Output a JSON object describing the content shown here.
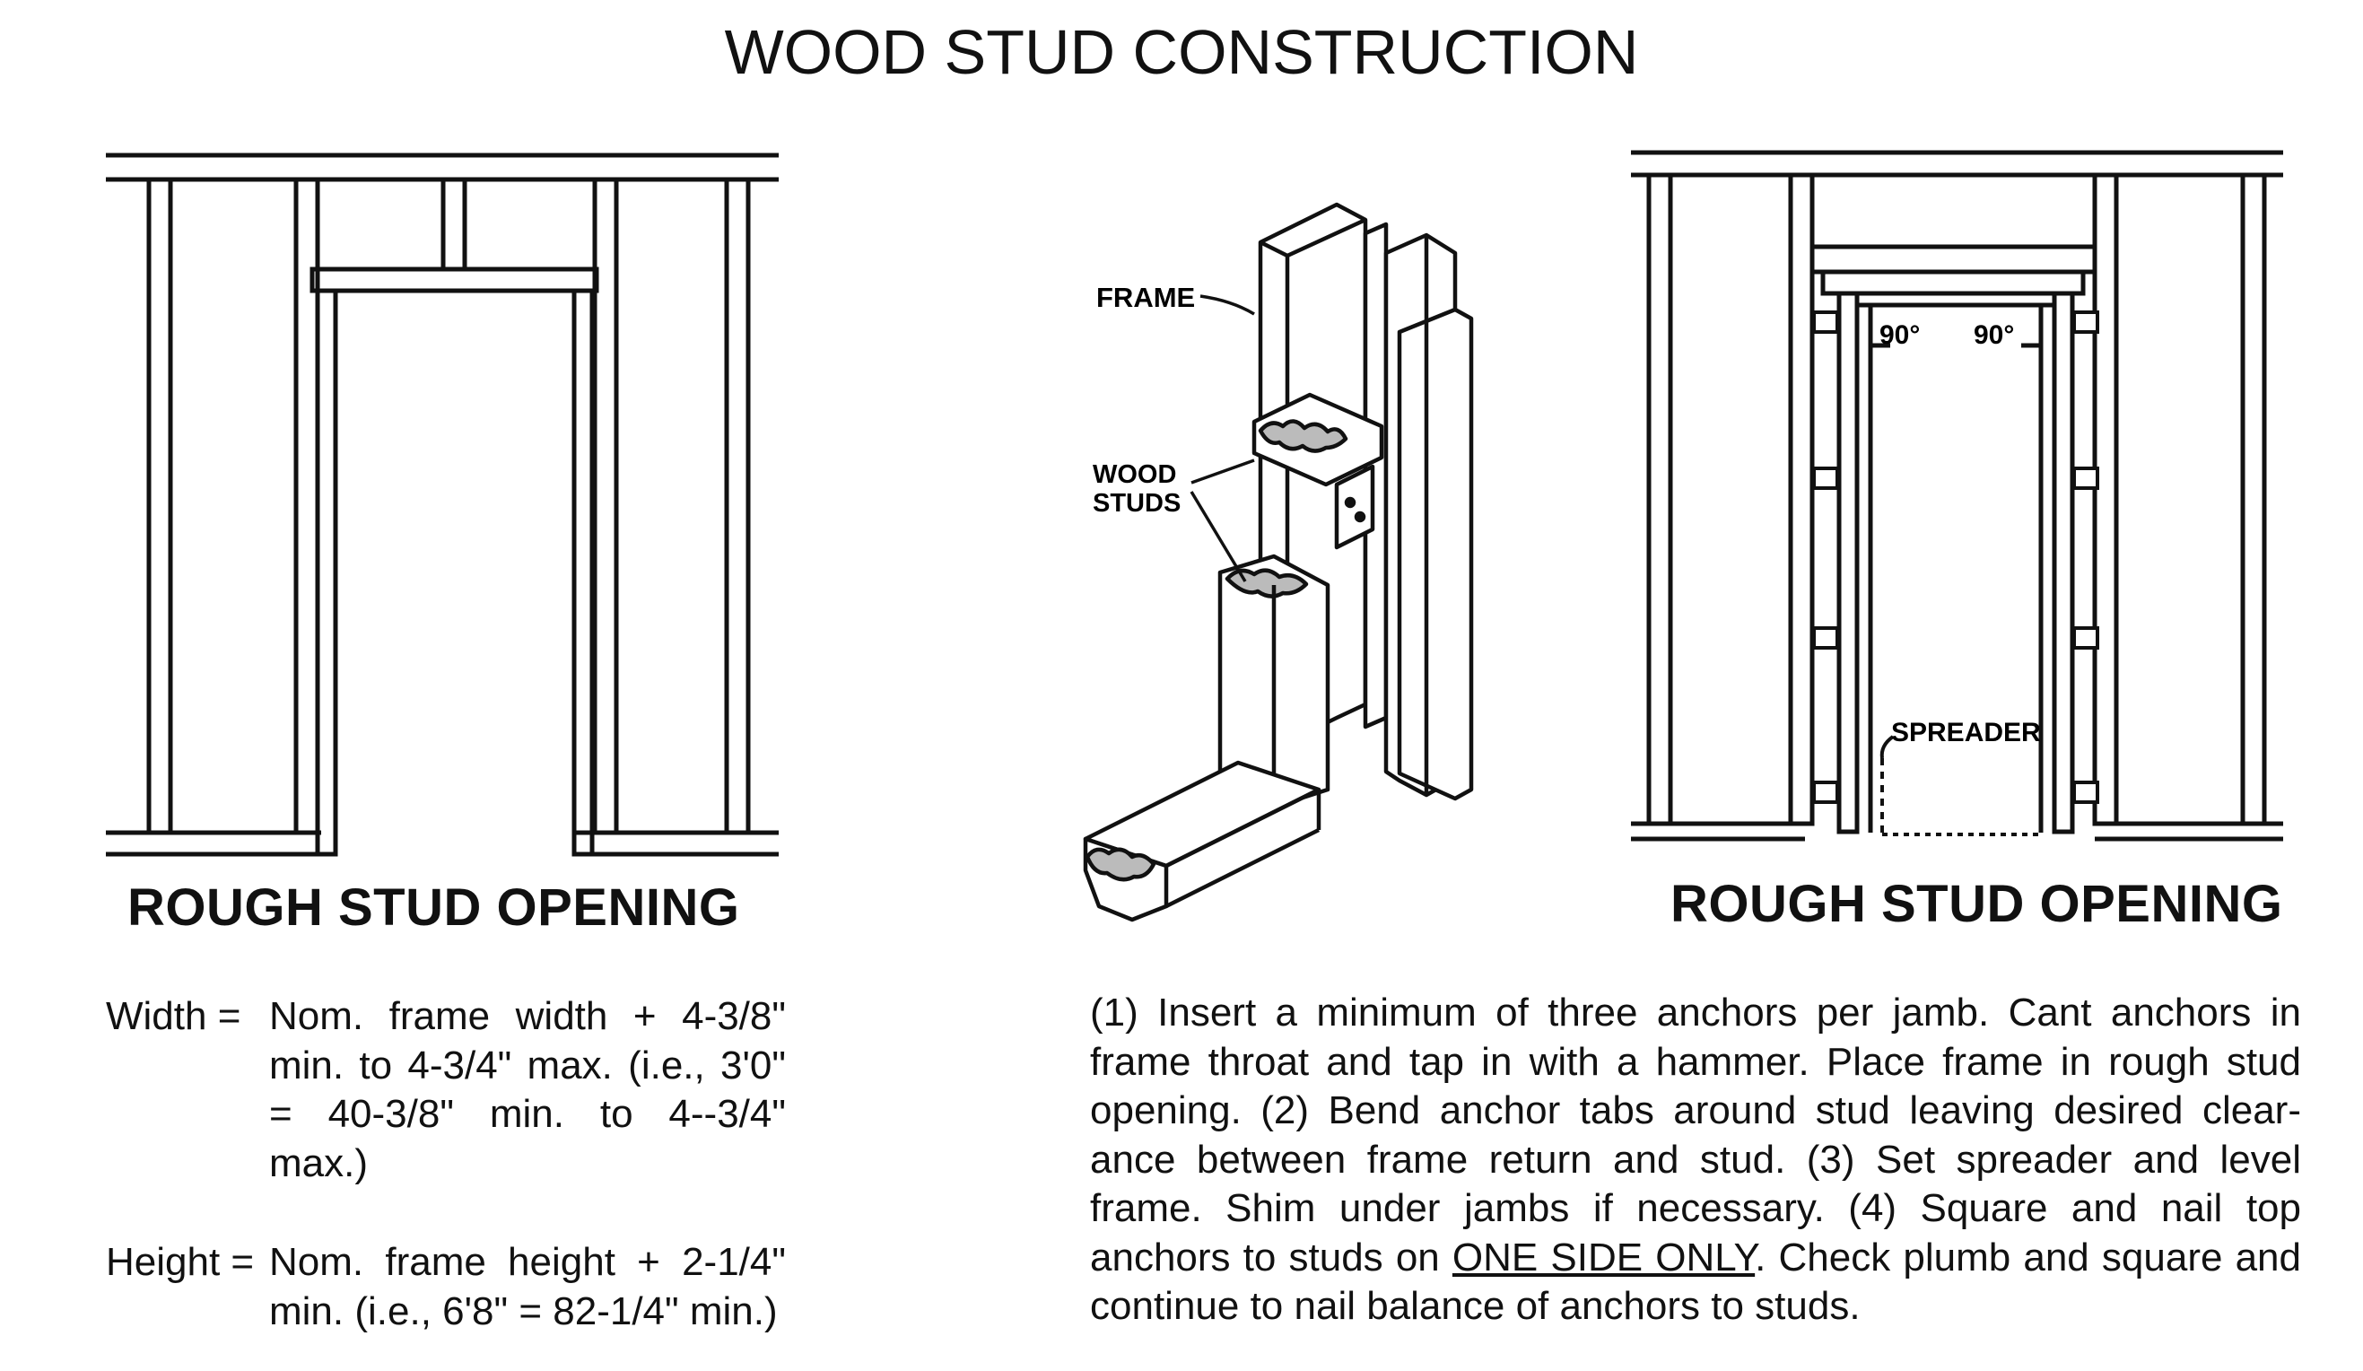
{
  "title": "WOOD STUD CONSTRUCTION",
  "left_figure": {
    "caption": "ROUGH STUD OPENING"
  },
  "center_figure": {
    "label_frame": "FRAME",
    "label_wood": "WOOD",
    "label_studs": "STUDS"
  },
  "right_figure": {
    "caption": "ROUGH STUD OPENING",
    "angle_left": "90°",
    "angle_right": "90°",
    "label_spreader": "SPREADER"
  },
  "width_spec": {
    "label": "Width =",
    "text": "Nom. frame width + 4-3/8\" min. to 4-3/4\" max. (i.e., 3'0\" = 40-3/8\" min. to 4--3/4\" max.)"
  },
  "height_spec": {
    "label": "Height =",
    "text": "Nom. frame height + 2-1/4\" min. (i.e., 6'8\" = 82-1/4\" min.)"
  },
  "instructions": {
    "part1": "(1) Insert a minimum of three anchors per jamb.  Cant anchors in frame throat and tap in with a hammer.  Place frame in rough stud opening.  (2) Bend anchor tabs around stud leaving desired clear-ance between frame return and stud.  (3) Set spreader and level frame.  Shim under jambs if necessary.  (4) Square and nail top anchors to studs on ",
    "underlined": "ONE SIDE ONLY",
    "part2": ".  Check plumb and square and continue to nail balance of anchors to studs."
  }
}
